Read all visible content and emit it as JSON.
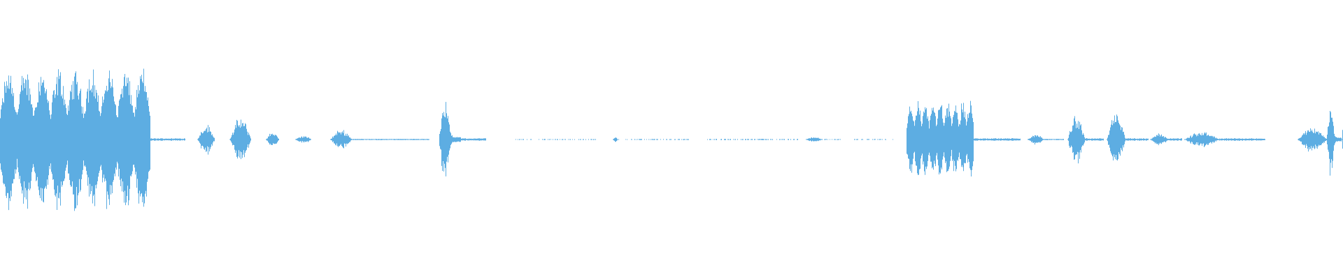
{
  "waveform": {
    "color": "#5dade2",
    "background": "#ffffff",
    "duration_fraction_note": "",
    "segments": [
      {
        "start": 0.0,
        "end": 0.112,
        "amplitude": 0.55,
        "kind": "burst-dense"
      },
      {
        "start": 0.112,
        "end": 0.138,
        "amplitude": 0.01,
        "kind": "noise"
      },
      {
        "start": 0.147,
        "end": 0.16,
        "amplitude": 0.12,
        "kind": "burst"
      },
      {
        "start": 0.171,
        "end": 0.187,
        "amplitude": 0.17,
        "kind": "burst"
      },
      {
        "start": 0.198,
        "end": 0.208,
        "amplitude": 0.06,
        "kind": "burst"
      },
      {
        "start": 0.22,
        "end": 0.232,
        "amplitude": 0.03,
        "kind": "burst"
      },
      {
        "start": 0.246,
        "end": 0.262,
        "amplitude": 0.08,
        "kind": "burst"
      },
      {
        "start": 0.262,
        "end": 0.32,
        "amplitude": 0.005,
        "kind": "noise"
      },
      {
        "start": 0.327,
        "end": 0.343,
        "amplitude": 0.37,
        "kind": "spike"
      },
      {
        "start": 0.343,
        "end": 0.362,
        "amplitude": 0.01,
        "kind": "noise"
      },
      {
        "start": 0.384,
        "end": 0.444,
        "amplitude": 0.004,
        "kind": "sparse"
      },
      {
        "start": 0.456,
        "end": 0.46,
        "amplitude": 0.02,
        "kind": "burst"
      },
      {
        "start": 0.46,
        "end": 0.515,
        "amplitude": 0.004,
        "kind": "sparse"
      },
      {
        "start": 0.524,
        "end": 0.595,
        "amplitude": 0.005,
        "kind": "sparse"
      },
      {
        "start": 0.6,
        "end": 0.612,
        "amplitude": 0.02,
        "kind": "burst"
      },
      {
        "start": 0.612,
        "end": 0.626,
        "amplitude": 0.004,
        "kind": "sparse"
      },
      {
        "start": 0.636,
        "end": 0.665,
        "amplitude": 0.003,
        "kind": "sparse"
      },
      {
        "start": 0.675,
        "end": 0.725,
        "amplitude": 0.3,
        "kind": "burst-dense"
      },
      {
        "start": 0.725,
        "end": 0.76,
        "amplitude": 0.01,
        "kind": "noise"
      },
      {
        "start": 0.765,
        "end": 0.777,
        "amplitude": 0.04,
        "kind": "burst"
      },
      {
        "start": 0.777,
        "end": 0.792,
        "amplitude": 0.005,
        "kind": "noise"
      },
      {
        "start": 0.795,
        "end": 0.808,
        "amplitude": 0.19,
        "kind": "burst"
      },
      {
        "start": 0.808,
        "end": 0.822,
        "amplitude": 0.01,
        "kind": "noise"
      },
      {
        "start": 0.824,
        "end": 0.838,
        "amplitude": 0.21,
        "kind": "burst"
      },
      {
        "start": 0.838,
        "end": 0.855,
        "amplitude": 0.01,
        "kind": "noise"
      },
      {
        "start": 0.856,
        "end": 0.87,
        "amplitude": 0.05,
        "kind": "burst"
      },
      {
        "start": 0.87,
        "end": 0.88,
        "amplitude": 0.01,
        "kind": "noise"
      },
      {
        "start": 0.882,
        "end": 0.908,
        "amplitude": 0.06,
        "kind": "burst"
      },
      {
        "start": 0.908,
        "end": 0.942,
        "amplitude": 0.01,
        "kind": "noise"
      },
      {
        "start": 0.966,
        "end": 0.988,
        "amplitude": 0.1,
        "kind": "burst"
      },
      {
        "start": 0.988,
        "end": 0.999,
        "amplitude": 0.29,
        "kind": "spike"
      },
      {
        "start": 0.999,
        "end": 1.0,
        "amplitude": 0.1,
        "kind": "burst"
      }
    ]
  }
}
